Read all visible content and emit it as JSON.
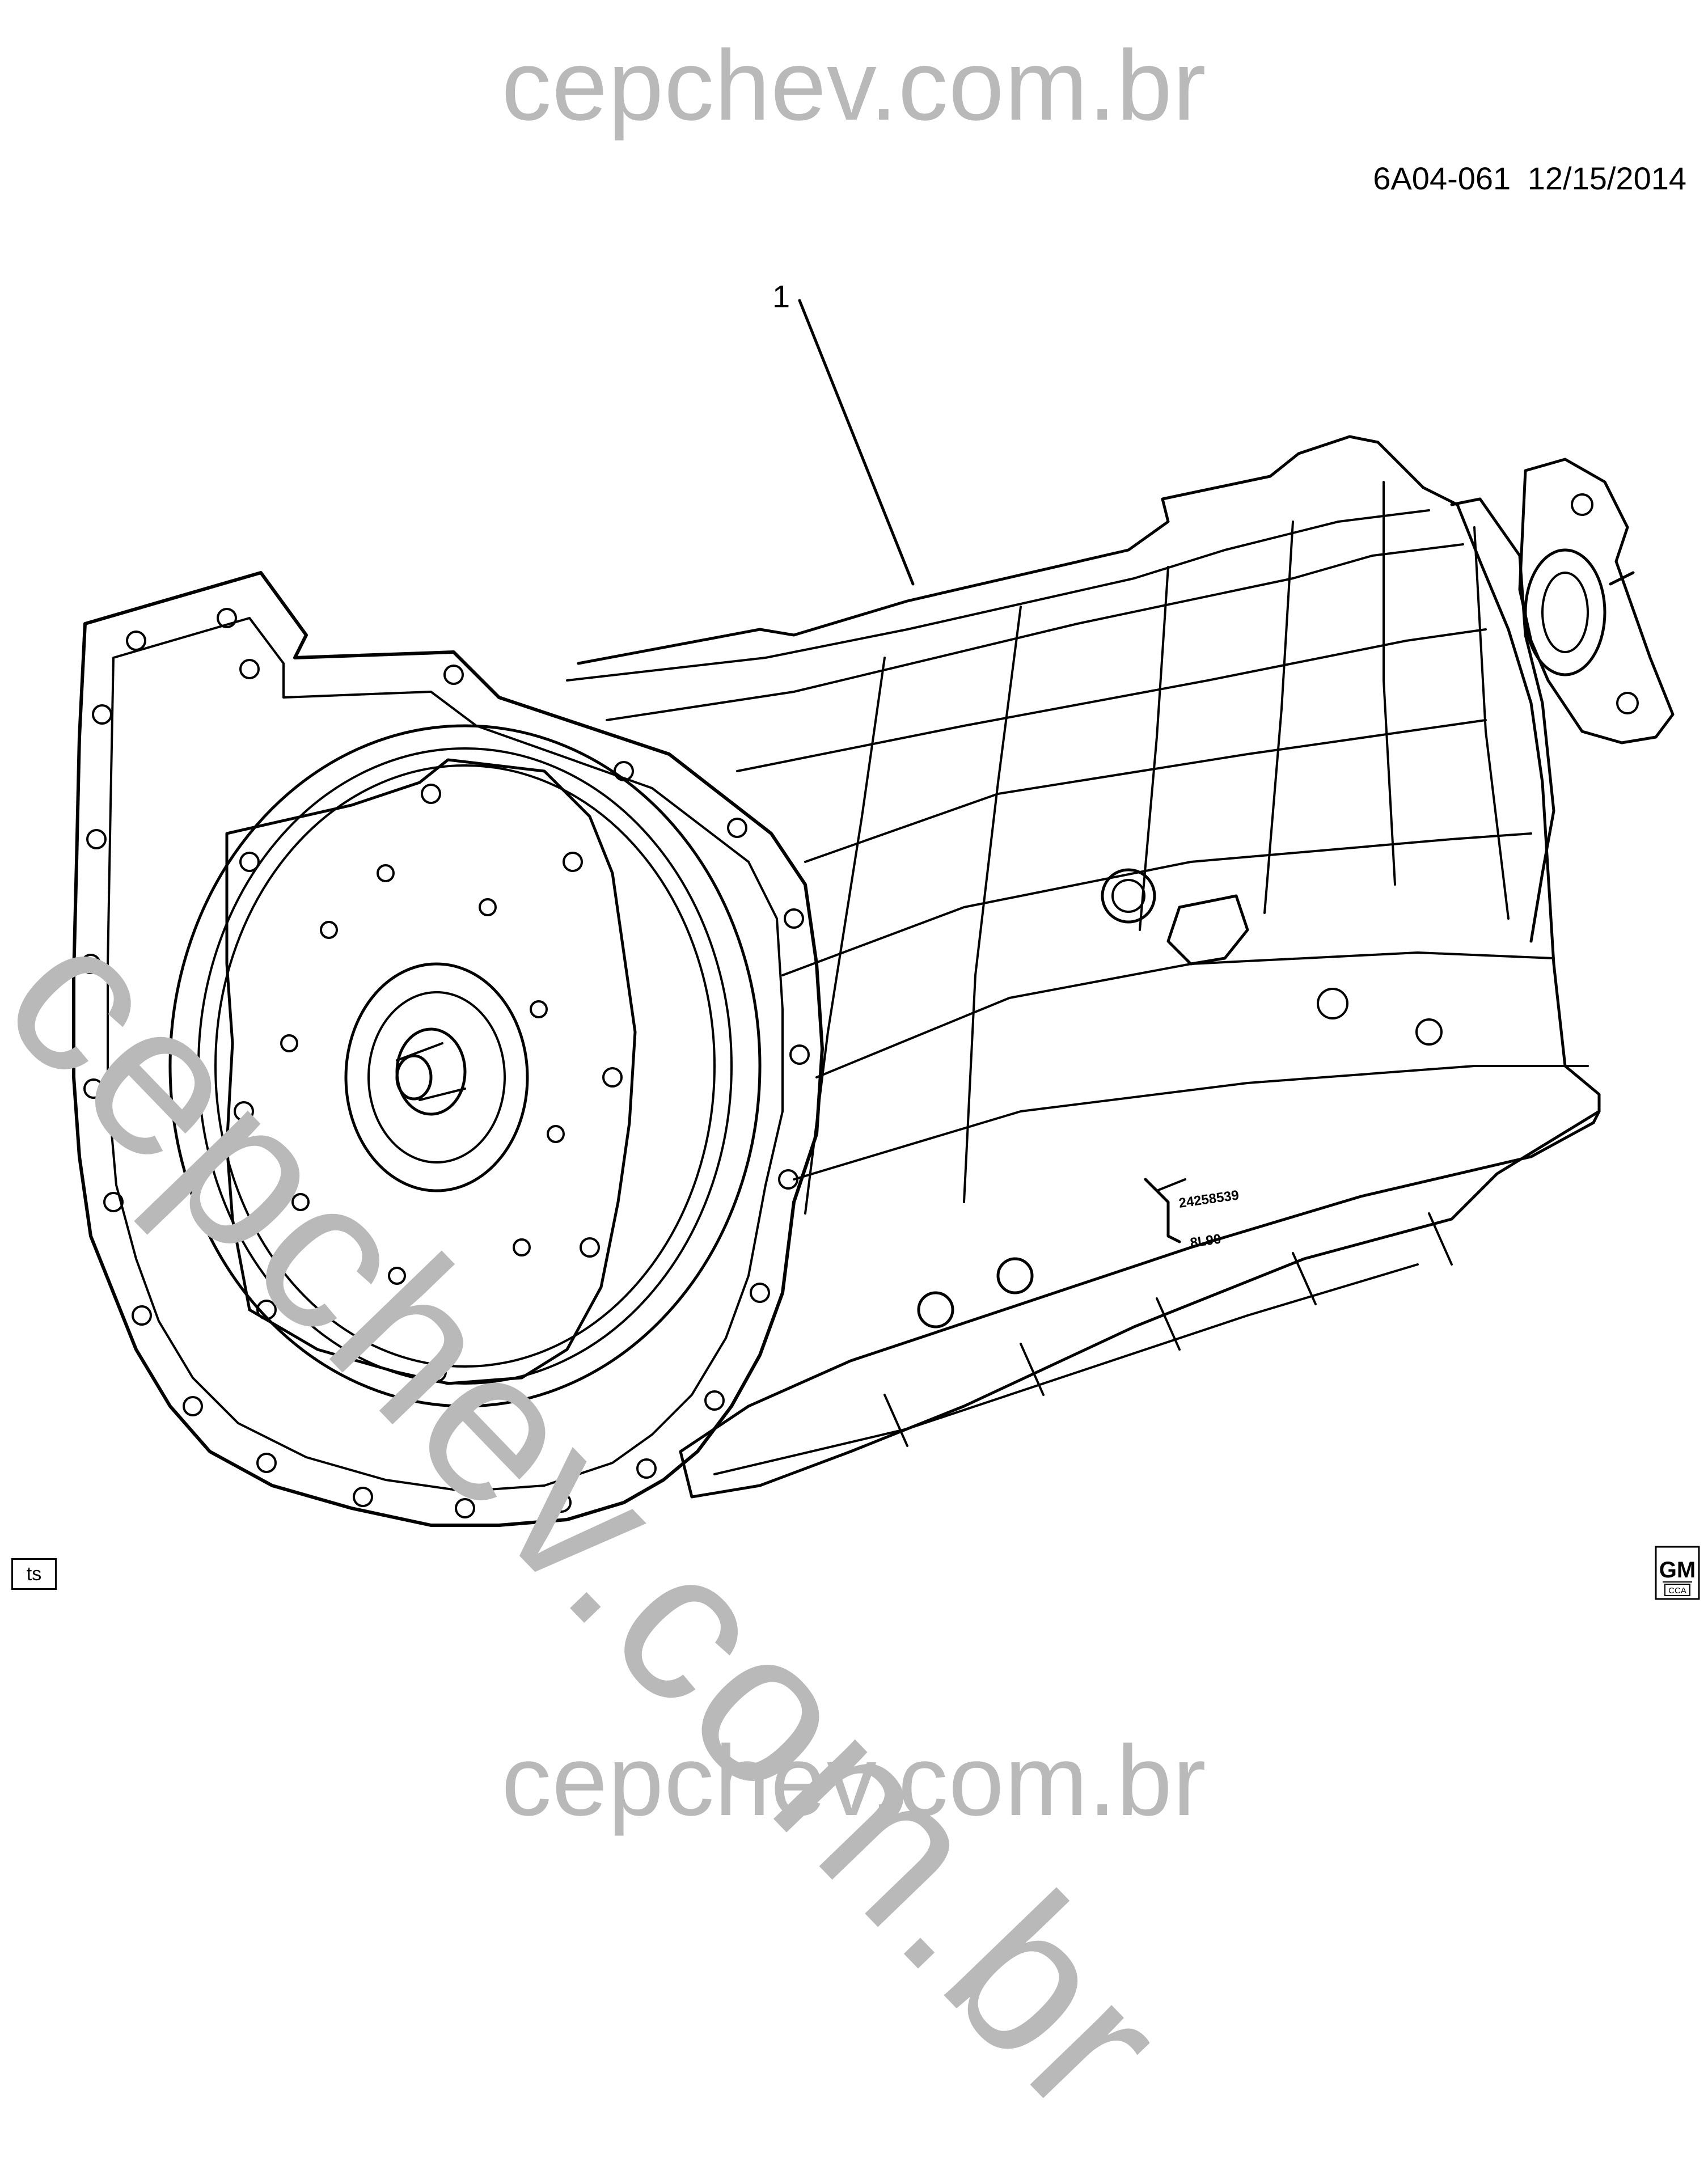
{
  "watermark": {
    "top": "cepchev.com.br",
    "diagonal": "cepchev.com.br",
    "bottom": "cepchev.com.br"
  },
  "header": {
    "doc_id": "6A04-061  12/15/2014"
  },
  "callouts": [
    {
      "label": "1"
    }
  ],
  "part_markings": {
    "part_number": "24258539",
    "code": "8L90"
  },
  "footer": {
    "ts_label": "ts",
    "logo_main": "GM",
    "logo_sub": "CCA"
  },
  "colors": {
    "line": "#000000",
    "watermark": "#b9b9b9",
    "background": "#ffffff"
  }
}
